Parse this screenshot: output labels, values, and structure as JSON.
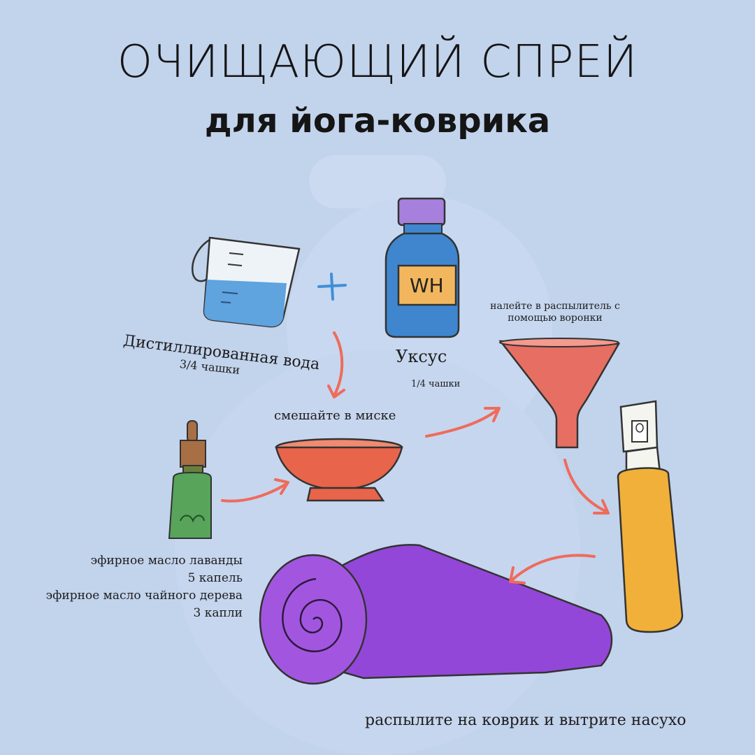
{
  "title": "ОЧИЩАЮЩИЙ СПРЕЙ",
  "subtitle": "для йога-коврика",
  "ingredients": {
    "water": {
      "label": "Дистиллированная вода",
      "amount": "3/4 чашки"
    },
    "vinegar": {
      "label": "Уксус",
      "amount": "1/4 чашки",
      "bottle_label": "WH"
    },
    "oils": [
      {
        "label": "эфирное масло лаванды",
        "amount": "5 капель"
      },
      {
        "label": "эфирное масло чайного дерева",
        "amount": "3 капли"
      }
    ]
  },
  "steps": {
    "mix": "смешайте в миске",
    "pour": "налейте в распылитель с помощью воронки",
    "spray": "распылите на коврик и вытрите насухо"
  },
  "plus_sign": "+",
  "colors": {
    "background": "#c2d3ec",
    "arrow": "#ef6b5c",
    "water": "#5fa3df",
    "vinegar_bottle": "#3f86cf",
    "vinegar_cap": "#a77fdc",
    "bowl": "#e8644a",
    "funnel": "#e76e62",
    "spray_bottle": "#f1b03a",
    "mat": "#9347d8",
    "oil_bottle": "#57a45a",
    "dropper": "#a86f45"
  },
  "icons": [
    "measuring-cup-icon",
    "vinegar-bottle-icon",
    "plus-icon",
    "bowl-icon",
    "dropper-bottle-icon",
    "funnel-icon",
    "spray-bottle-icon",
    "rolled-mat-icon"
  ]
}
